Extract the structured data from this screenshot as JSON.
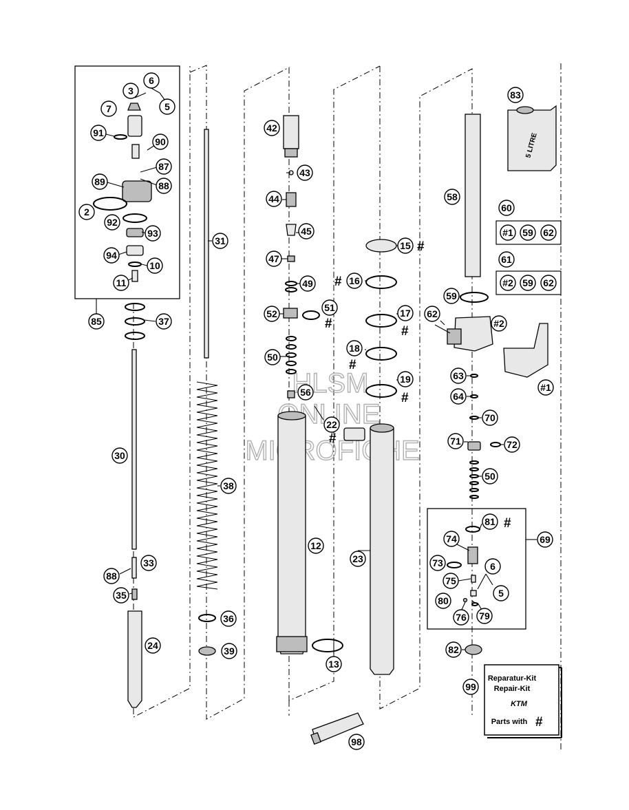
{
  "callouts": {
    "c2": "2",
    "c3": "3",
    "c5a": "5",
    "c6a": "6",
    "c7": "7",
    "c10": "10",
    "c11": "11",
    "c12": "12",
    "c13": "13",
    "c15": "15",
    "c16": "16",
    "c17": "17",
    "c18": "18",
    "c19": "19",
    "c22": "22",
    "c23": "23",
    "c24": "24",
    "c30": "30",
    "c31": "31",
    "c33": "33",
    "c35": "35",
    "c36": "36",
    "c37": "37",
    "c38": "38",
    "c39": "39",
    "c42": "42",
    "c43": "43",
    "c44": "44",
    "c45": "45",
    "c47": "47",
    "c49": "49",
    "c50a": "50",
    "c50b": "50",
    "c51": "51",
    "c52": "52",
    "c56": "56",
    "c58": "58",
    "c59a": "59",
    "c60": "60",
    "c61": "61",
    "c62": "62",
    "c63": "63",
    "c64": "64",
    "c69": "69",
    "c70": "70",
    "c71": "71",
    "c72": "72",
    "c73": "73",
    "c74": "74",
    "c75": "75",
    "c76": "76",
    "c79": "79",
    "c80": "80",
    "c81": "81",
    "c82": "82",
    "c83": "83",
    "c85": "85",
    "c87": "87",
    "c88a": "88",
    "c88b": "88",
    "c89": "89",
    "c90": "90",
    "c91": "91",
    "c92": "92",
    "c93": "93",
    "c94": "94",
    "c98": "98",
    "c99": "99",
    "c5b": "5",
    "c6b": "6",
    "cs1": "#1",
    "cs2": "#2"
  },
  "hash_symbol": "#",
  "kit_box_60": {
    "items": [
      "#1",
      "59",
      "62"
    ]
  },
  "kit_box_61": {
    "items": [
      "#2",
      "59",
      "62"
    ]
  },
  "oil_can_label": "5 LITRE",
  "repair_kit": {
    "line1": "Reparatur-Kit",
    "line2": "Repair-Kit",
    "brand": "KTM",
    "line3": "Parts with",
    "hash": "#"
  },
  "watermark": {
    "line1": "HLSM",
    "line2": "ONLINE",
    "line3": "MICROFICHE"
  }
}
